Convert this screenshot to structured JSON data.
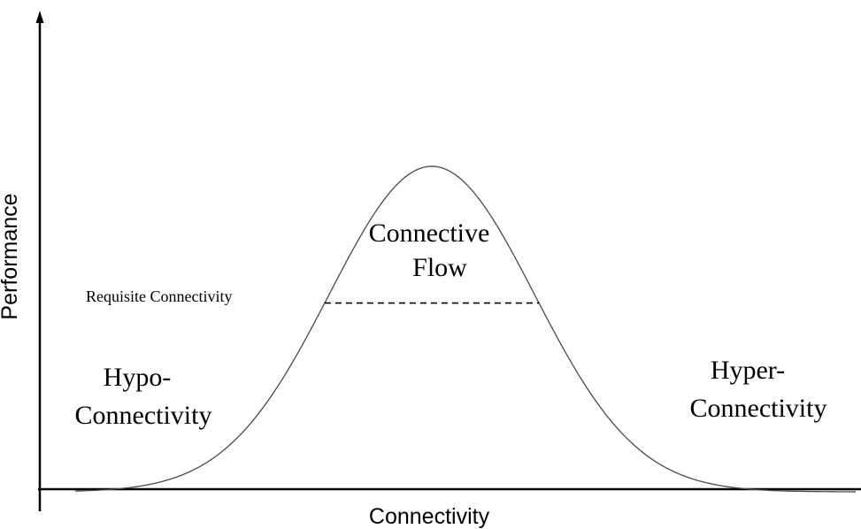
{
  "axes": {
    "x_title": "Connectivity",
    "y_title": "Performance"
  },
  "regions": {
    "peak": {
      "line1": "Connective",
      "line2": "Flow"
    },
    "left": {
      "line1": "Hypo-",
      "line2": "Connectivity"
    },
    "right": {
      "line1": "Hyper-",
      "line2": "Connectivity"
    }
  },
  "threshold": {
    "label": "Requisite Connectivity",
    "level": 0.58
  },
  "colors": {
    "ink": "#000000",
    "curve": "#4a4a4a",
    "background": "#ffffff"
  }
}
